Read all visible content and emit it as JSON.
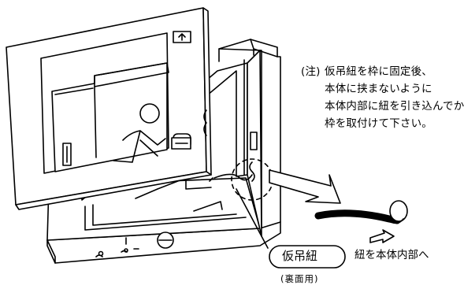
{
  "note": {
    "prefix": "(注)",
    "lines": [
      "仮吊紐を枠に固定後、",
      "本体に挟まないように",
      "本体内部に紐を引き込んでから",
      "枠を取付けて下さい。"
    ]
  },
  "callout": {
    "label": "仮吊紐",
    "sublabel": "(裏面用)"
  },
  "arrow_label": "紐を本体内部へ",
  "icons": {
    "top_tag": "up-arrow-icon",
    "mid_tag": "exit-tag-icon",
    "figure": "running-man-icon"
  }
}
